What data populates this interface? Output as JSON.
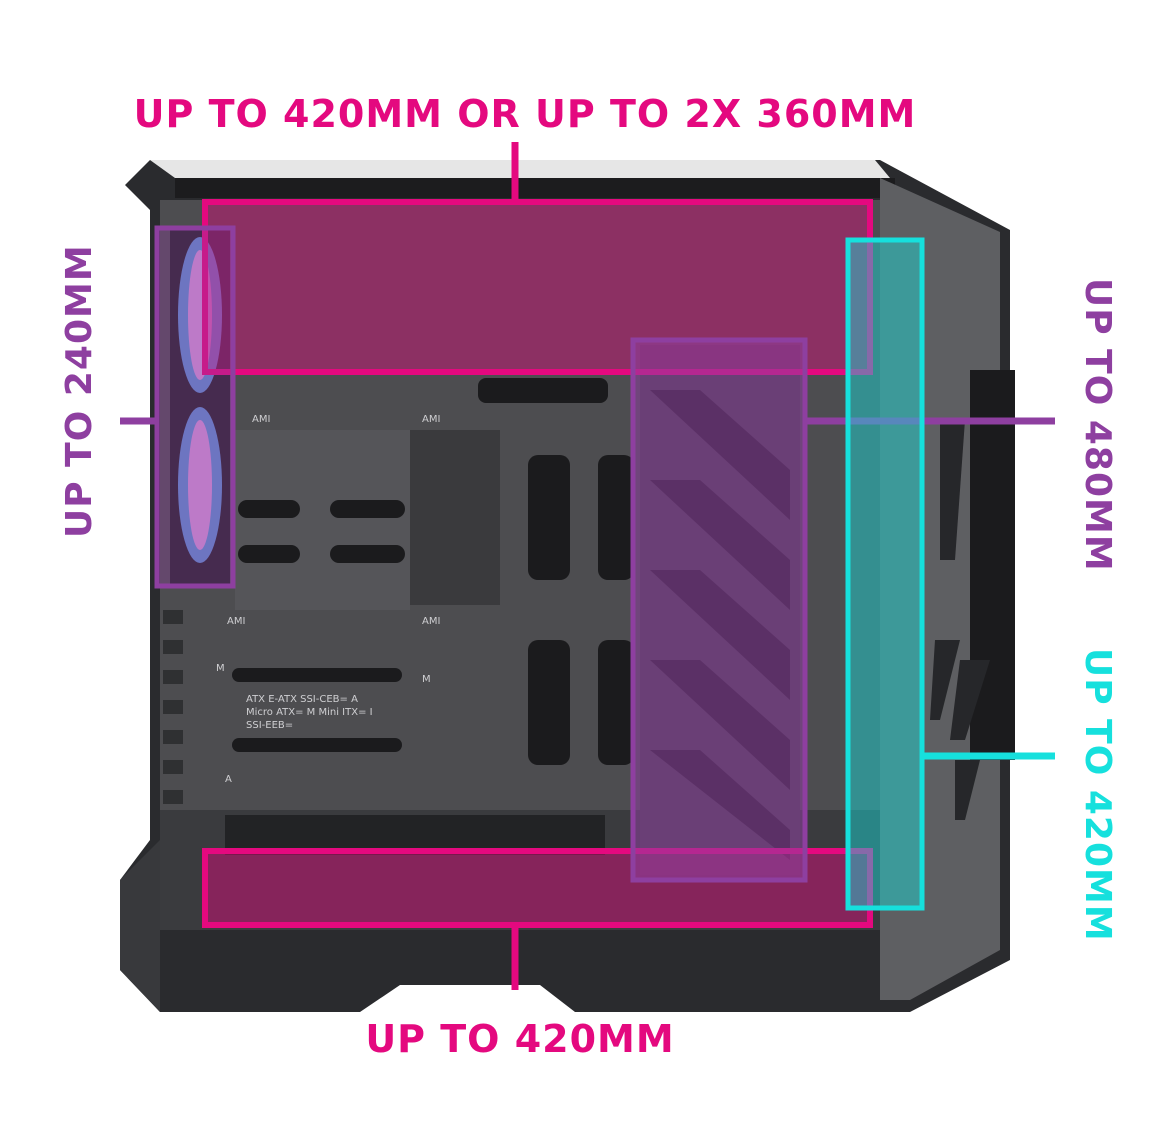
{
  "labels": {
    "top": "UP TO 420MM OR UP TO 2X 360MM",
    "left": "UP TO 240MM",
    "right_top": "UP TO 480MM",
    "right_bottom": "UP TO 420MM",
    "bottom": "UP TO 420MM"
  },
  "panel_markings": {
    "line1": "ATX  E-ATX  SSI-CEB= A",
    "line2": "Micro ATX= M   Mini ITX= I",
    "line3": "SSI-EEB=",
    "ami": "AMI",
    "m": "M",
    "a": "A"
  },
  "colors": {
    "magenta": "#e4097f",
    "purple": "#8e3fa0",
    "cyan": "#16e0dd"
  }
}
